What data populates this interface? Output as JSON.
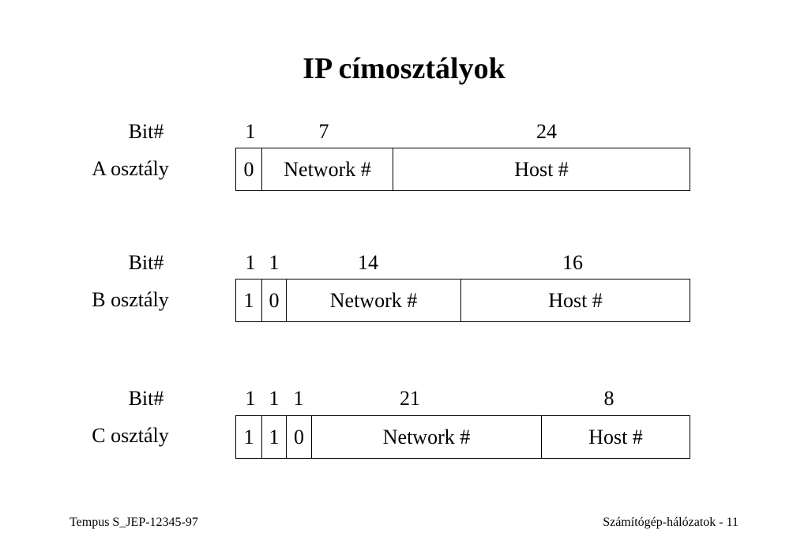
{
  "title": "IP címosztályok",
  "bit_label": "Bit#",
  "classes": [
    {
      "label": "A osztály",
      "bits": [
        "1",
        "7",
        "24"
      ],
      "cells": [
        "0",
        "Network #",
        "Host #"
      ]
    },
    {
      "label": "B osztály",
      "bits": [
        "1",
        "1",
        "14",
        "16"
      ],
      "cells": [
        "1",
        "0",
        "Network #",
        "Host #"
      ]
    },
    {
      "label": "C osztály",
      "bits": [
        "1",
        "1",
        "1",
        "21",
        "8"
      ],
      "cells": [
        "1",
        "1",
        "0",
        "Network #",
        "Host #"
      ]
    }
  ],
  "footer": {
    "left": "Tempus S_JEP-12345-97",
    "right": "Számítógép-hálózatok - 11"
  }
}
